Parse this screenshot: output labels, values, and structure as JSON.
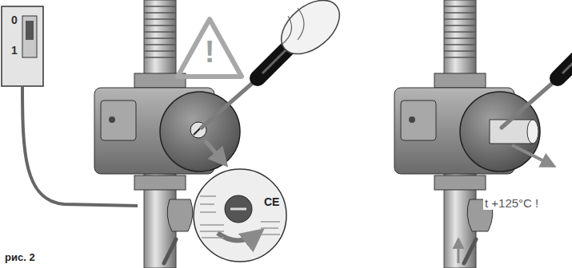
{
  "diagram": {
    "caption": "рис. 2",
    "labels": [
      "0",
      "1",
      "!",
      "CE",
      "t +125°C !"
    ]
  }
}
